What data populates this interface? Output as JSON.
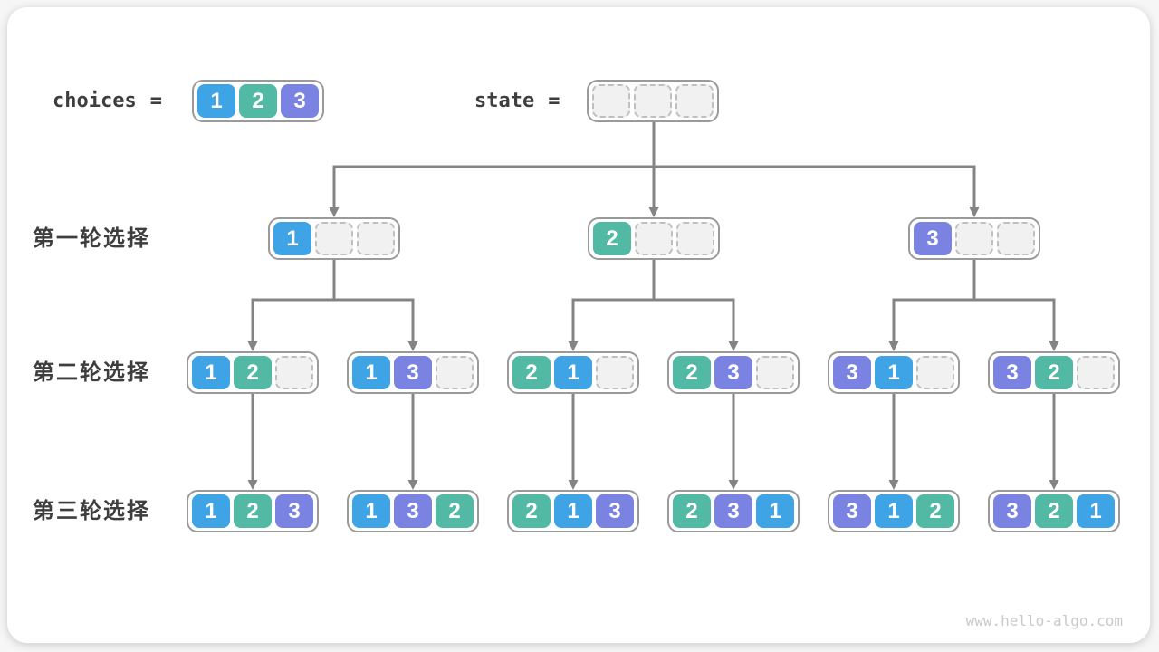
{
  "colors": {
    "tile_1": "#3FA4E6",
    "tile_2": "#52B9A4",
    "tile_3": "#7A82E2",
    "empty_fill": "#F1F1F1",
    "empty_border": "#BFBFBF",
    "box_border": "#9A9A9A",
    "arrow": "#848484",
    "label_text": "#3E3E3E",
    "watermark_text": "#C9C9C9"
  },
  "header": {
    "choices_label": "choices",
    "state_label": "state",
    "eq": "=",
    "choices": [
      1,
      2,
      3
    ],
    "state": [
      null,
      null,
      null
    ]
  },
  "rows": [
    {
      "label": "第一轮选择",
      "nodes": [
        [
          1,
          null,
          null
        ],
        [
          2,
          null,
          null
        ],
        [
          3,
          null,
          null
        ]
      ]
    },
    {
      "label": "第二轮选择",
      "nodes": [
        [
          1,
          2,
          null
        ],
        [
          1,
          3,
          null
        ],
        [
          2,
          1,
          null
        ],
        [
          2,
          3,
          null
        ],
        [
          3,
          1,
          null
        ],
        [
          3,
          2,
          null
        ]
      ]
    },
    {
      "label": "第三轮选择",
      "nodes": [
        [
          1,
          2,
          3
        ],
        [
          1,
          3,
          2
        ],
        [
          2,
          1,
          3
        ],
        [
          2,
          3,
          1
        ],
        [
          3,
          1,
          2
        ],
        [
          3,
          2,
          1
        ]
      ]
    }
  ],
  "watermark": "www.hello-algo.com"
}
